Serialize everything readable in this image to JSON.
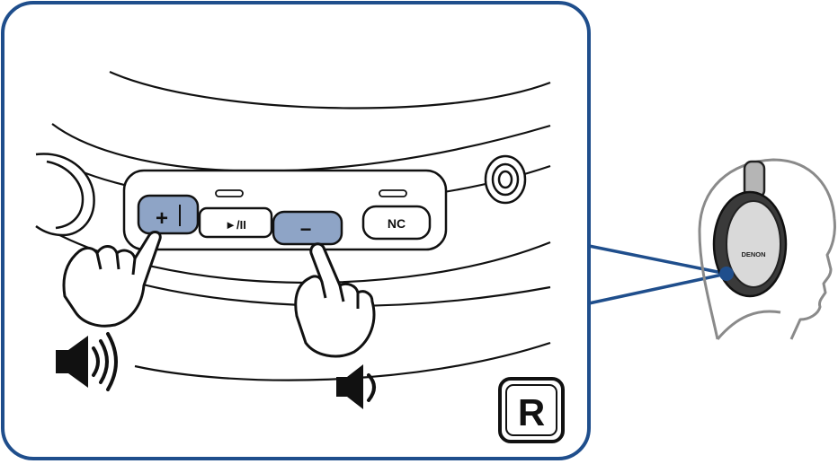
{
  "buttons": {
    "volume_up": "+",
    "play_pause": "►/II",
    "volume_down": "−",
    "noise_cancel": "NC"
  },
  "badge": {
    "side": "R"
  },
  "brand": {
    "logo": "DENON"
  },
  "colors": {
    "frame": "#1f4e8c",
    "pressed_button": "#8ea4c6",
    "outline": "#111111",
    "head_outline": "#8a8a8a",
    "callout_dot": "#1f4e8c"
  },
  "icons": {
    "volume_up": "speaker-loud-icon",
    "volume_down": "speaker-quiet-icon",
    "pointer": "pointing-hand-icon"
  }
}
